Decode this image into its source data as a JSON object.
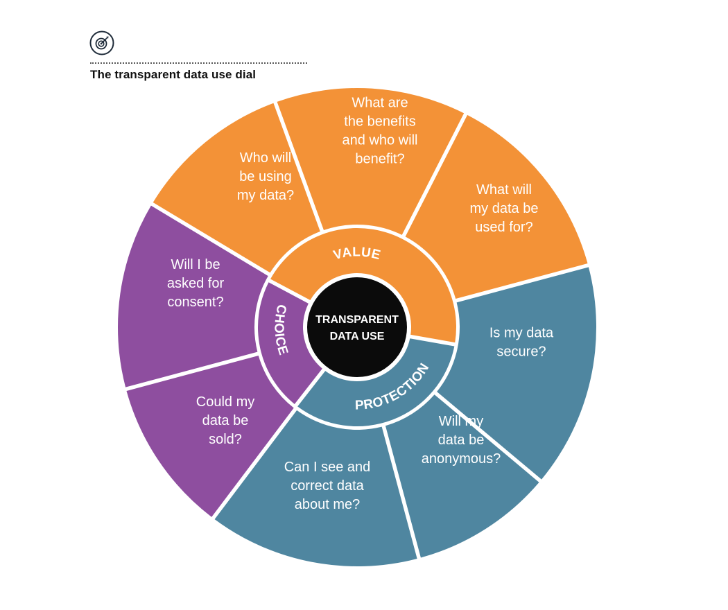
{
  "title": "The transparent data use dial",
  "header_icon": "target-icon",
  "center_label": [
    "TRANSPARENT",
    "DATA USE"
  ],
  "colors": {
    "value": "#F39237",
    "choice": "#8E4E9F",
    "protection": "#4F86A0",
    "center": "#0B0B0B",
    "segment_text": "#FFFFFF"
  },
  "categories": [
    {
      "key": "value",
      "label": "VALUE"
    },
    {
      "key": "choice",
      "label": "CHOICE"
    },
    {
      "key": "protection",
      "label": "PROTECTION"
    }
  ],
  "segments": [
    {
      "category": "value",
      "lines": [
        "What are",
        "the benefits",
        "and who will",
        "benefit?"
      ]
    },
    {
      "category": "value",
      "lines": [
        "What will",
        "my data be",
        "used for?"
      ]
    },
    {
      "category": "protection",
      "lines": [
        "Is my data",
        "secure?"
      ]
    },
    {
      "category": "protection",
      "lines": [
        "Will my",
        "data be",
        "anonymous?"
      ]
    },
    {
      "category": "protection",
      "lines": [
        "Can I see and",
        "correct data",
        "about me?"
      ]
    },
    {
      "category": "choice",
      "lines": [
        "Could my",
        "data be",
        "sold?"
      ]
    },
    {
      "category": "choice",
      "lines": [
        "Will I be",
        "asked for",
        "consent?"
      ]
    },
    {
      "category": "value",
      "lines": [
        "Who will",
        "be using",
        "my data?"
      ]
    }
  ]
}
